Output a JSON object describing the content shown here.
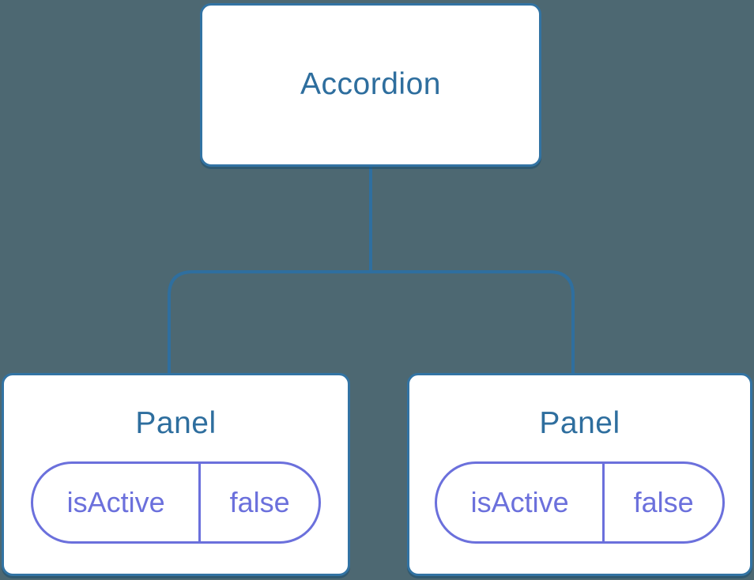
{
  "diagram": {
    "description": "Component tree: Accordion root with two Panel children holding state",
    "colors": {
      "background": "#4D6872",
      "connector_line": "#2F6F9F",
      "node_border": "#3273A3",
      "node_fill": "#FFFFFF",
      "node_title_text": "#2E6E9E",
      "state_pill": "#6B70DC"
    },
    "root": {
      "label": "Accordion"
    },
    "children": [
      {
        "label": "Panel",
        "state": {
          "key": "isActive",
          "value": "false"
        }
      },
      {
        "label": "Panel",
        "state": {
          "key": "isActive",
          "value": "false"
        }
      }
    ]
  }
}
